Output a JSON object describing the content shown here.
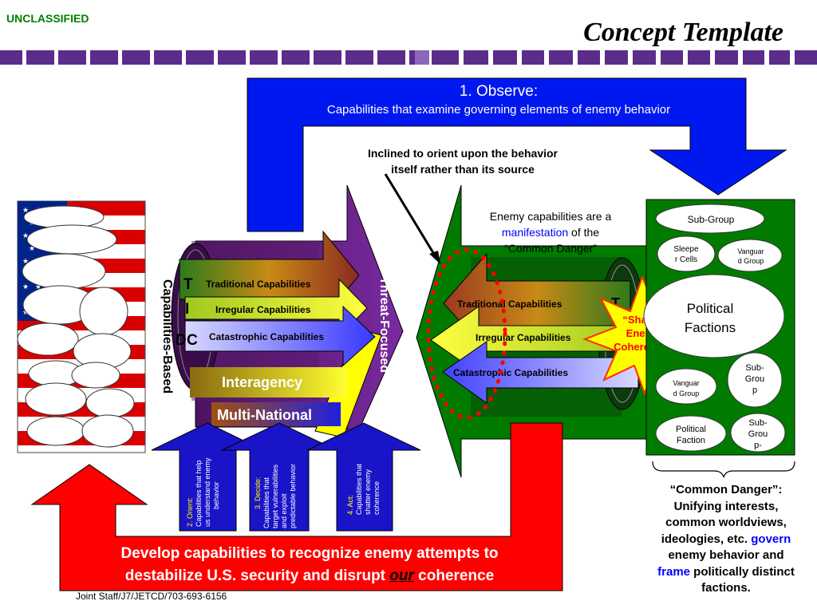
{
  "header": {
    "classification": "UNCLASSIFIED",
    "title": "Concept Template"
  },
  "observe": {
    "heading": "1. Observe:",
    "subtitle": "Capabilities that examine governing elements of enemy behavior"
  },
  "note_inclined": [
    "Inclined to orient upon the behavior",
    "itself rather than its source"
  ],
  "enemy_capabilities": {
    "line1": "Enemy capabilities are a",
    "highlight": "manifestation",
    "line2_suffix": " of the",
    "line3": "“Common Danger”"
  },
  "left_cylinder": {
    "side_label": "Capabilities-Based",
    "letters": [
      "T",
      "I",
      "C"
    ],
    "extra_letter": "D",
    "rows": [
      "Traditional Capabilities",
      "Irregular Capabilities",
      "Catastrophic Capabilities"
    ],
    "interagency": "Interagency",
    "multinational": "Multi-National",
    "threat_label": "Threat-Focused"
  },
  "right_cylinder": {
    "rows": [
      "Traditional Capabilities",
      "Irregular Capabilities",
      "Catastrophic Capabilities"
    ],
    "edge_letter": "T"
  },
  "starburst": {
    "lines": [
      "“Shatter",
      "Enemy",
      "Coherence”"
    ]
  },
  "factions": {
    "top": "Sub-Group",
    "sleeper": [
      "Sleepe",
      "r Cells"
    ],
    "vanguard_top": [
      "Vanguar",
      "d Group"
    ],
    "political_large": [
      "Political",
      "Factions"
    ],
    "vanguard_mid": [
      "Vanguar",
      "d Group"
    ],
    "subgroup_mid": [
      "Sub-",
      "Grou",
      "p"
    ],
    "political_small": [
      "Political",
      "Faction"
    ],
    "subgroup_bottom": [
      "Sub-",
      "Grou",
      "p-"
    ]
  },
  "common_danger": {
    "lines": [
      "“Common Danger”:",
      "Unifying interests,",
      "common worldviews,",
      "ideologies, etc."
    ],
    "govern": "govern",
    "line5": "enemy behavior and",
    "frame": "frame",
    "line6_suffix": " politically distinct",
    "line7": "factions."
  },
  "steps": [
    {
      "prefix": "2. Orient:",
      "lines": [
        "Capabilities that help",
        "us understand enemy",
        "behavior"
      ]
    },
    {
      "prefix": "3. Decide:",
      "lines": [
        "Capabilities that",
        "target vulnerabilities",
        "and exploit",
        "predictable behavior"
      ]
    },
    {
      "prefix": "4. Act:",
      "lines": [
        "Capabilities that",
        "shatter enemy",
        "coherence"
      ]
    }
  ],
  "develop": {
    "line1": "Develop capabilities to recognize enemy attempts to",
    "line2_prefix": "destabilize U.S. security and disrupt ",
    "line2_emph": "our",
    "line2_suffix": " coherence"
  },
  "footer": "Joint Staff/J7/JETCD/703-693-6156",
  "colors": {
    "observe_blue": "#0018f0",
    "develop_red": "#ff0000",
    "classification_green": "#008000",
    "starburst_yellow": "#ffff00",
    "panel_green": "#007b00",
    "step_blue": "#1a14c8"
  }
}
